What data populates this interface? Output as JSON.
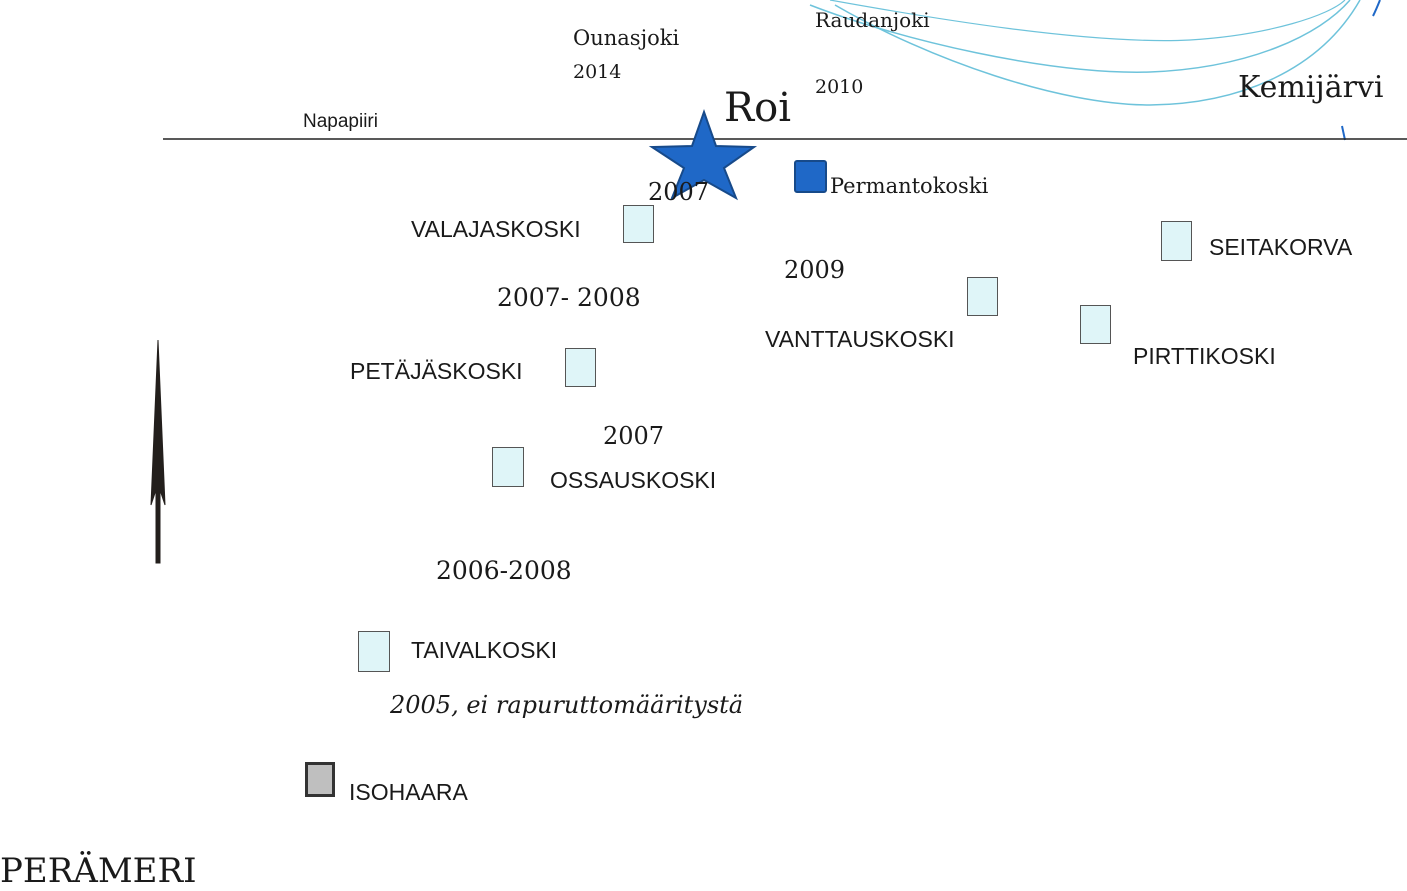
{
  "map": {
    "circle_line_label": "Napapiiri",
    "sea_label": "PERÄMERI",
    "highlight_place": "Roi",
    "rivers": {
      "ounasjoki": {
        "name": "Ounasjoki",
        "year": "2014"
      },
      "raudanjoki": {
        "name": "Raudanjoki",
        "year": "2010"
      },
      "kemijarvi": {
        "name": "Kemijärvi"
      }
    },
    "stations": {
      "permantokoski": "Permantokoski",
      "valajaskoski": "VALAJASKOSKI",
      "seitakorva": "SEITAKORVA",
      "vanttauskoski": "VANTTAUSKOSKI",
      "pirttikoski": "PIRTTIKOSKI",
      "petajaskoski": "PETÄJÄSKOSKI",
      "ossauskoski": "OSSAUSKOSKI",
      "taivalkoski": "TAIVALKOSKI",
      "isohaara": "ISOHAARA"
    },
    "years": {
      "valajaskoski": "2007",
      "vanttauskoski": "2009",
      "petajaskoski": "2007- 2008",
      "ossauskoski": "2007",
      "taivalkoski": "2006-2008",
      "isohaara": "2005, ei rapuruttomääritystä"
    },
    "colors": {
      "river": "#6ec3db",
      "star": "#1f68c7",
      "station_fill": "#dff5f8",
      "permantokoski_fill": "#1f68c7",
      "isohaara_fill": "#bfbfbf"
    }
  }
}
